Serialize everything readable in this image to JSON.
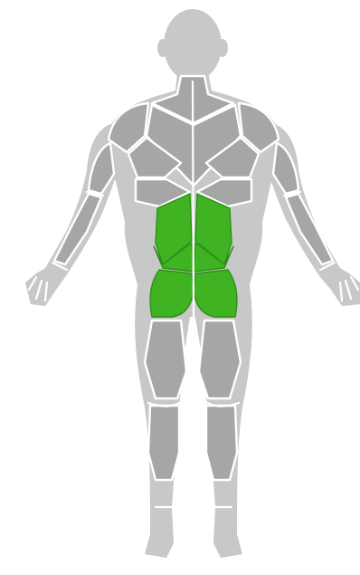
{
  "figure": {
    "view": "posterior",
    "colors": {
      "background": "#ffffff",
      "body": "#c8c8c8",
      "muscle": "#a6a6a6",
      "separator": "#ffffff",
      "highlight": "#3fb321",
      "highlight_edge": "#2e8f17"
    },
    "highlighted_groups": [
      "lower-back",
      "glutes"
    ]
  }
}
